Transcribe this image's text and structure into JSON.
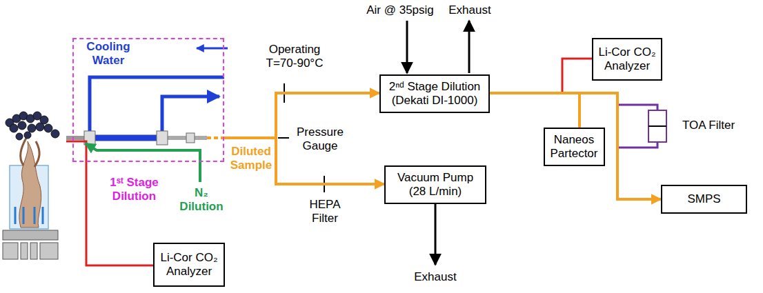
{
  "diagram": {
    "nodes": [
      {
        "text": [
          "1ˢᵗ Stage Dilution"
        ]
      },
      {
        "text": [
          "2ⁿᵈ Stage Dilution (Dekati DI-1000)"
        ]
      },
      {
        "text": [
          "Li-Cor CO₂ Analyzer"
        ]
      },
      {
        "text": [
          "Naneos Partector"
        ]
      },
      {
        "text": [
          "SMPS"
        ]
      },
      {
        "text": [
          "Vacuum Pump (28 L/min)"
        ]
      },
      {
        "text": [
          "Li-Cor CO₂ Analyzer"
        ]
      }
    ],
    "edges": [
      {
        "from": 0,
        "to": 1,
        "arrow": "to"
      },
      {
        "from": 0,
        "to": 5,
        "arrow": "to"
      },
      {
        "from": 1,
        "to": 2,
        "arrow": "none"
      },
      {
        "from": 1,
        "to": 3,
        "arrow": "none"
      },
      {
        "from": 1,
        "to": 4,
        "arrow": "to"
      },
      {
        "from": 6,
        "to": 0,
        "arrow": "none"
      }
    ],
    "labels": [
      "Cooling Water",
      "Operating T=70-90°C",
      "Diluted Sample",
      "Pressure Gauge",
      "N₂ Dilution",
      "HEPA Filter",
      "Air @ 35psig",
      "Exhaust",
      "Exhaust",
      "TOA Filter"
    ]
  }
}
